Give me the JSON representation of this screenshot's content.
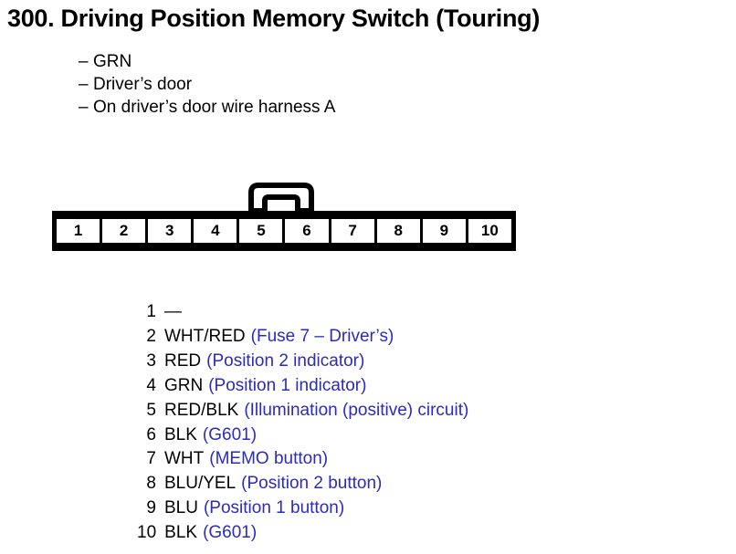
{
  "document": {
    "title": "300. Driving Position Memory Switch (Touring)",
    "subtitle_items": [
      {
        "dash": "–",
        "text": "GRN"
      },
      {
        "dash": "–",
        "text": "Driver’s door"
      },
      {
        "dash": "–",
        "text": "On driver’s door wire harness A"
      }
    ]
  },
  "connector": {
    "pin_count": 10,
    "pins": [
      "1",
      "2",
      "3",
      "4",
      "5",
      "6",
      "7",
      "8",
      "9",
      "10"
    ],
    "tab_icon": "connector-latch-tab",
    "tab_spans_pins": "5-6"
  },
  "pin_list": [
    {
      "num": "1",
      "wire": "—",
      "desc": ""
    },
    {
      "num": "2",
      "wire": "WHT/RED",
      "desc": "(Fuse 7 – Driver’s)"
    },
    {
      "num": "3",
      "wire": "RED",
      "desc": "(Position 2 indicator)"
    },
    {
      "num": "4",
      "wire": "GRN",
      "desc": "(Position 1 indicator)"
    },
    {
      "num": "5",
      "wire": "RED/BLK",
      "desc": "(Illumination (positive) circuit)"
    },
    {
      "num": "6",
      "wire": "BLK",
      "desc": "(G601)"
    },
    {
      "num": "7",
      "wire": "WHT",
      "desc": "(MEMO button)"
    },
    {
      "num": "8",
      "wire": "BLU/YEL",
      "desc": "(Position 2 button)"
    },
    {
      "num": "9",
      "wire": "BLU",
      "desc": "(Position 1 button)"
    },
    {
      "num": "10",
      "wire": "BLK",
      "desc": "(G601)"
    }
  ],
  "colors": {
    "text": "#000000",
    "description_blue": "#2b2bbe",
    "background": "#ffffff"
  }
}
